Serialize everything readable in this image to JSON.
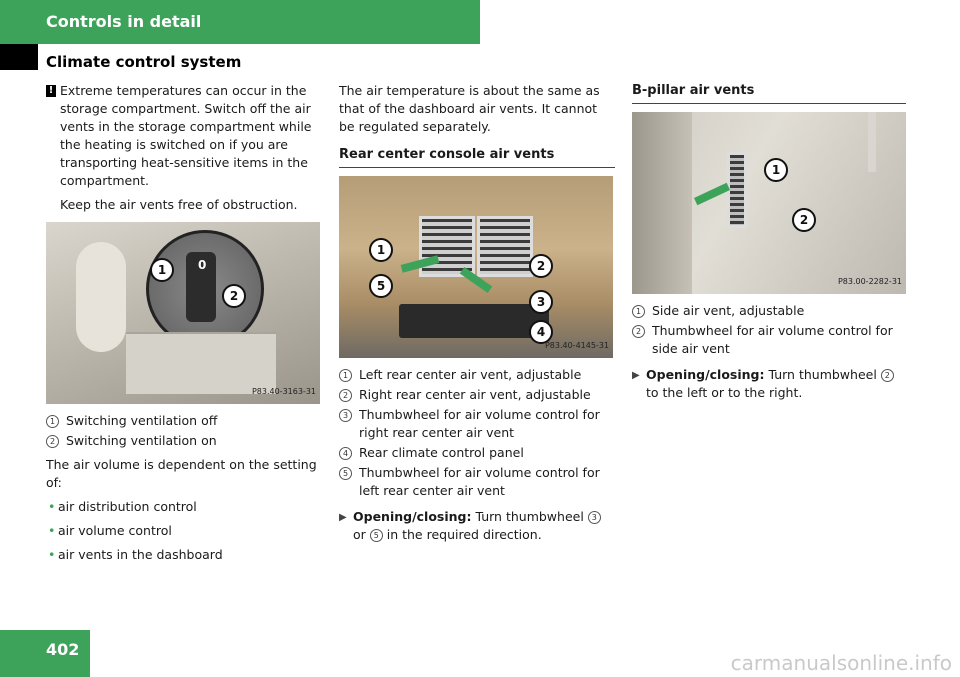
{
  "header": {
    "chapter": "Controls in detail",
    "section": "Climate control system"
  },
  "page_number": "402",
  "watermark": "carmanualsonline.info",
  "col1": {
    "warning_mark": "!",
    "warning": "Extreme temperatures can occur in the storage compartment. Switch off the air vents in the storage compartment while the heating is switched on if you are transporting heat-sensitive items in the compartment.",
    "note": "Keep the air vents free of obstruction.",
    "photo": {
      "code": "P83.40-3163-31",
      "callouts": [
        "1",
        "0",
        "2"
      ]
    },
    "items": [
      {
        "n": "1",
        "text": "Switching ventilation off"
      },
      {
        "n": "2",
        "text": "Switching ventilation on"
      }
    ],
    "intro": "The air volume is dependent on the setting of:",
    "bullets": [
      "air distribution control",
      "air volume control",
      "air vents in the dashboard"
    ]
  },
  "col2": {
    "text": "The air temperature is about the same as that of the dashboard air vents. It cannot be regulated separately.",
    "heading": "Rear center console air vents",
    "photo": {
      "code": "P83.40-4145-31",
      "callouts": [
        "1",
        "2",
        "5",
        "3",
        "4"
      ]
    },
    "items": [
      {
        "n": "1",
        "text": "Left rear center air vent, adjustable"
      },
      {
        "n": "2",
        "text": "Right rear center air vent, adjustable"
      },
      {
        "n": "3",
        "text": "Thumbwheel for air volume control for right rear center air vent"
      },
      {
        "n": "4",
        "text": "Rear climate control panel"
      },
      {
        "n": "5",
        "text": "Thumbwheel for air volume control for left rear center air vent"
      }
    ],
    "step": {
      "bold": "Opening/closing:",
      "a": " Turn thumbwheel ",
      "n1": "3",
      "b": " or ",
      "n2": "5",
      "c": " in the required direction."
    }
  },
  "col3": {
    "heading": "B-pillar air vents",
    "photo": {
      "code": "P83.00-2282-31",
      "callouts": [
        "1",
        "2"
      ]
    },
    "items": [
      {
        "n": "1",
        "text": "Side air vent, adjustable"
      },
      {
        "n": "2",
        "text": "Thumbwheel for air volume control for side air vent"
      }
    ],
    "step": {
      "bold": "Opening/closing:",
      "a": " Turn thumbwheel ",
      "n1": "2",
      "c": " to the left or to the right."
    }
  },
  "colors": {
    "accent": "#3ea35a",
    "text": "#1a1a1a"
  }
}
